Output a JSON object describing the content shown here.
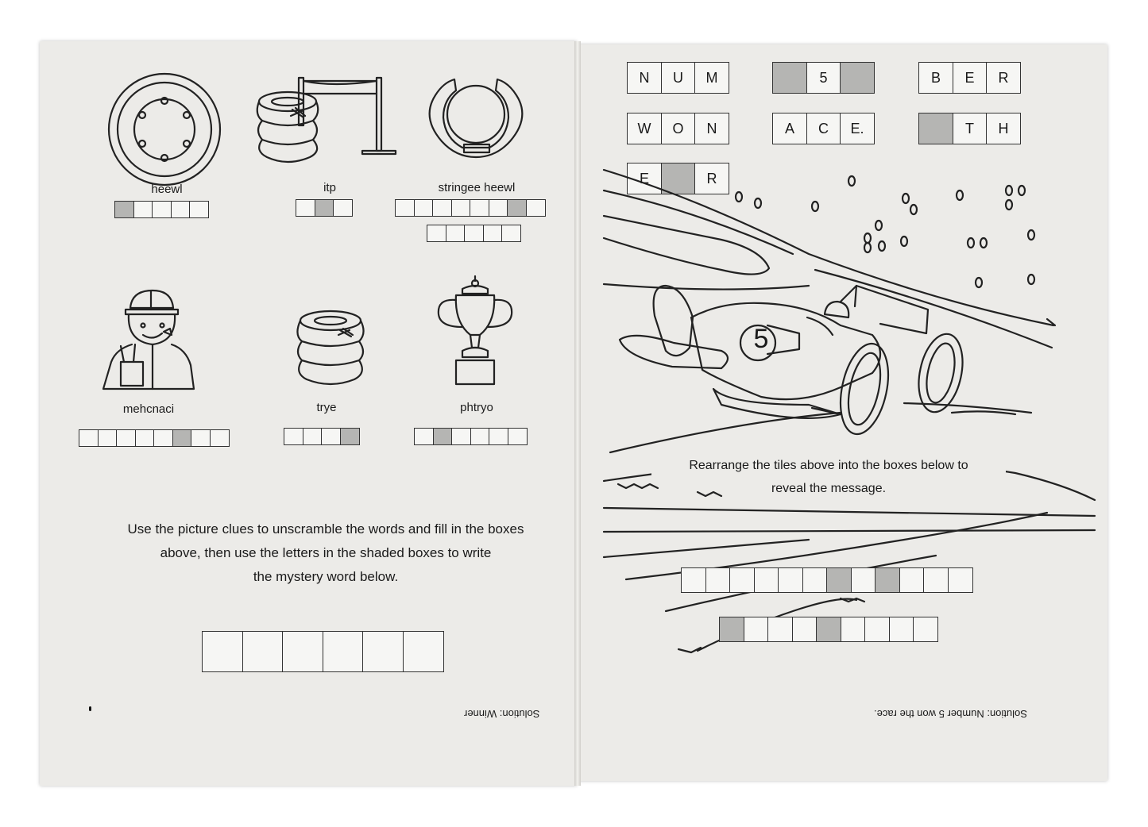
{
  "left_page": {
    "clues": [
      {
        "word": "heewl",
        "boxes": 5,
        "shaded": [
          0
        ]
      },
      {
        "word": "itp",
        "boxes": 3,
        "shaded": [
          1
        ]
      },
      {
        "word": "stringee heewl",
        "boxes": 8,
        "shaded": [
          6
        ],
        "boxes2": 5
      },
      {
        "word": "mehcnaci",
        "boxes": 8,
        "shaded": [
          5
        ]
      },
      {
        "word": "trye",
        "boxes": 4,
        "shaded": [
          3
        ]
      },
      {
        "word": "phtryo",
        "boxes": 6,
        "shaded": [
          1
        ]
      }
    ],
    "instructions": {
      "line1": "Use the picture clues to unscramble the words and fill in the boxes",
      "line2": "above, then use the letters in the shaded boxes to write",
      "line3": "the mystery word below."
    },
    "mystery_boxes": 6,
    "solution": "Solution: Winner"
  },
  "right_page": {
    "tiles": [
      {
        "cells": [
          {
            "t": "N"
          },
          {
            "t": "U"
          },
          {
            "t": "M"
          }
        ]
      },
      {
        "cells": [
          {
            "t": "",
            "shade": true
          },
          {
            "t": "5"
          },
          {
            "t": "",
            "shade": true
          }
        ]
      },
      {
        "cells": [
          {
            "t": "B"
          },
          {
            "t": "E"
          },
          {
            "t": "R"
          }
        ]
      },
      {
        "cells": [
          {
            "t": "W"
          },
          {
            "t": "O"
          },
          {
            "t": "N"
          }
        ]
      },
      {
        "cells": [
          {
            "t": "A"
          },
          {
            "t": "C"
          },
          {
            "t": "E."
          }
        ]
      },
      {
        "cells": [
          {
            "t": "",
            "shade": true
          },
          {
            "t": "T"
          },
          {
            "t": "H"
          }
        ]
      },
      {
        "cells": [
          {
            "t": "E"
          },
          {
            "t": "",
            "shade": true
          },
          {
            "t": "R"
          }
        ]
      }
    ],
    "car_number": "5",
    "instructions": {
      "line1": "Rearrange the tiles above into the boxes below to",
      "line2": "reveal the message."
    },
    "answer_rows": [
      {
        "boxes": 12,
        "shaded": [
          6,
          8
        ]
      },
      {
        "boxes": 9,
        "shaded": [
          0,
          4
        ]
      }
    ],
    "solution": "Solution: Number 5 won the race."
  }
}
